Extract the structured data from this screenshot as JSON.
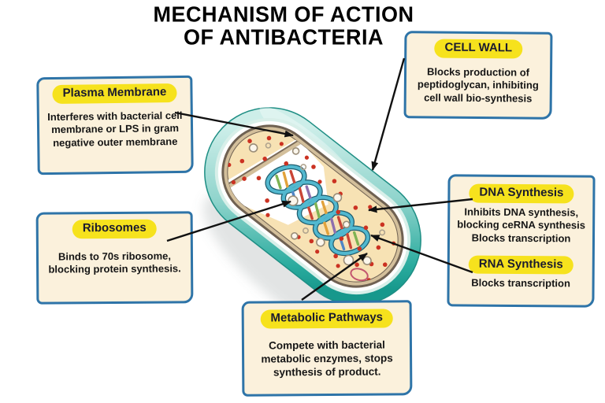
{
  "title": {
    "line1": "MECHANISM OF ACTION",
    "line2": "OF ANTIBACTERIA"
  },
  "callouts": {
    "plasma_membrane": {
      "label": "Plasma Membrane",
      "body": "Interferes with bacterial cell membrane or LPS in gram negative outer membrane"
    },
    "cell_wall": {
      "label": "CELL WALL",
      "body": "Blocks production of peptidoglycan, inhibiting cell wall bio-synthesis"
    },
    "ribosomes": {
      "label": "Ribosomes",
      "body": "Binds to 70s ribosome, blocking protein synthesis."
    },
    "dna_synthesis": {
      "label": "DNA Synthesis",
      "line1": "Inhibits DNA synthesis, blocking ceRNA synthesis",
      "line2": "Blocks transcription"
    },
    "rna_synthesis": {
      "label": "RNA Synthesis",
      "body": "Blocks transcription"
    },
    "metabolic_pathways": {
      "label": "Metabolic Pathways",
      "body": "Compete with bacterial metabolic enzymes, stops synthesis of product."
    }
  },
  "colors": {
    "box_border_blue": "#2e74a8",
    "box_background_cream": "#fbf1dc",
    "highlight_yellow": "#f6e21d",
    "arrow_black": "#111111",
    "bacterium_teal": "#2aab9e",
    "bacterium_teal_light": "#cdeee9",
    "cytoplasm_cream": "#f7e2b4",
    "membrane_tan": "#d3bf9b",
    "membrane_brown": "#6f6152",
    "ribosome_dot_red": "#cb3222",
    "dna_ribbon_teal": "#52b8cf"
  }
}
